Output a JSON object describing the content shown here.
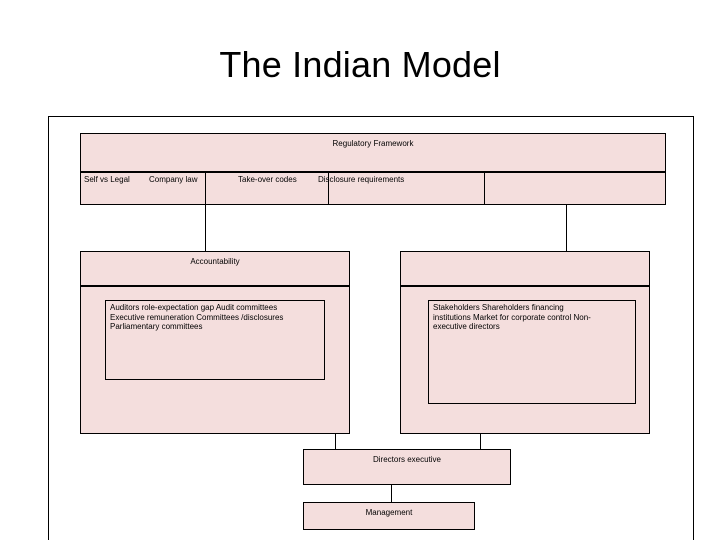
{
  "slide": {
    "title": "The Indian Model",
    "background_color": "#ffffff",
    "box_fill_color": "#f4dedd",
    "box_border_color": "#000000",
    "text_color": "#000000"
  },
  "diagram": {
    "type": "hierarchy",
    "regulatory_framework": {
      "header": "Regulatory Framework",
      "cells": [
        {
          "label": "Self vs Legal"
        },
        {
          "label": "Company law"
        },
        {
          "label": "Take-over codes"
        },
        {
          "label": "Disclosure requirements"
        },
        {
          "label": ""
        }
      ]
    },
    "left_branch": {
      "header": "Accountability",
      "items": [
        "Auditors role-expectation gap Audit committees",
        "Executive remuneration Committees /disclosures",
        "Parliamentary committees"
      ]
    },
    "right_branch": {
      "header": "",
      "items": [
        "Stakeholders            Shareholders                 financing",
        "institutions                      Market for corporate control Non-",
        "executive directors"
      ]
    },
    "directors_box": {
      "label": "Directors executive"
    },
    "management_box": {
      "label": "Management"
    }
  }
}
